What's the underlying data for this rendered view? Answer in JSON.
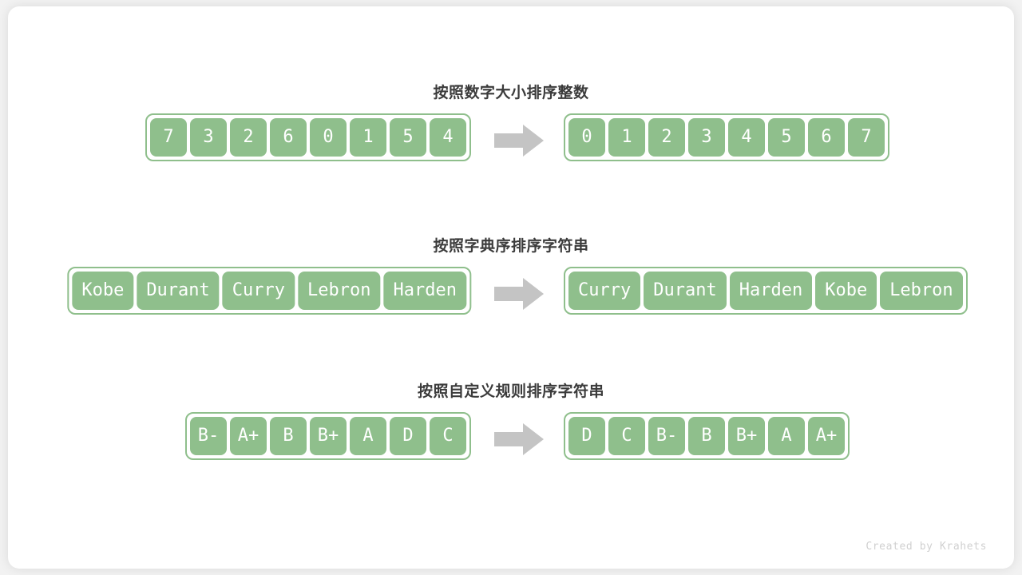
{
  "footer": {
    "credit": "Created by Krahets"
  },
  "colors": {
    "cell_fill": "#8fbf8c",
    "cell_border": "#8fbf8c",
    "arrow": "#c4c4c4",
    "title_text": "#3b3b3b",
    "page_background": "#f2f2f2",
    "card_background": "#ffffff",
    "footer_text": "#d0d0d0"
  },
  "arrow_icon_name": "right-arrow-icon",
  "sections": [
    {
      "id": "sort-integers",
      "title": "按照数字大小排序整数",
      "input": {
        "label": "unsorted-array",
        "cell_kind": "num",
        "items": [
          "7",
          "3",
          "2",
          "6",
          "0",
          "1",
          "5",
          "4"
        ]
      },
      "output": {
        "label": "sorted-array",
        "cell_kind": "num",
        "items": [
          "0",
          "1",
          "2",
          "3",
          "4",
          "5",
          "6",
          "7"
        ]
      }
    },
    {
      "id": "sort-strings-lexicographic",
      "title": "按照字典序排序字符串",
      "input": {
        "label": "unsorted-array",
        "cell_kind": "word",
        "items": [
          "Kobe",
          "Durant",
          "Curry",
          "Lebron",
          "Harden"
        ]
      },
      "output": {
        "label": "sorted-array",
        "cell_kind": "word",
        "items": [
          "Curry",
          "Durant",
          "Harden",
          "Kobe",
          "Lebron"
        ]
      }
    },
    {
      "id": "sort-strings-custom-rule",
      "title": "按照自定义规则排序字符串",
      "input": {
        "label": "unsorted-array",
        "cell_kind": "grade",
        "items": [
          "B-",
          "A+",
          "B",
          "B+",
          "A",
          "D",
          "C"
        ]
      },
      "output": {
        "label": "sorted-array",
        "cell_kind": "grade",
        "items": [
          "D",
          "C",
          "B-",
          "B",
          "B+",
          "A",
          "A+"
        ]
      }
    }
  ]
}
